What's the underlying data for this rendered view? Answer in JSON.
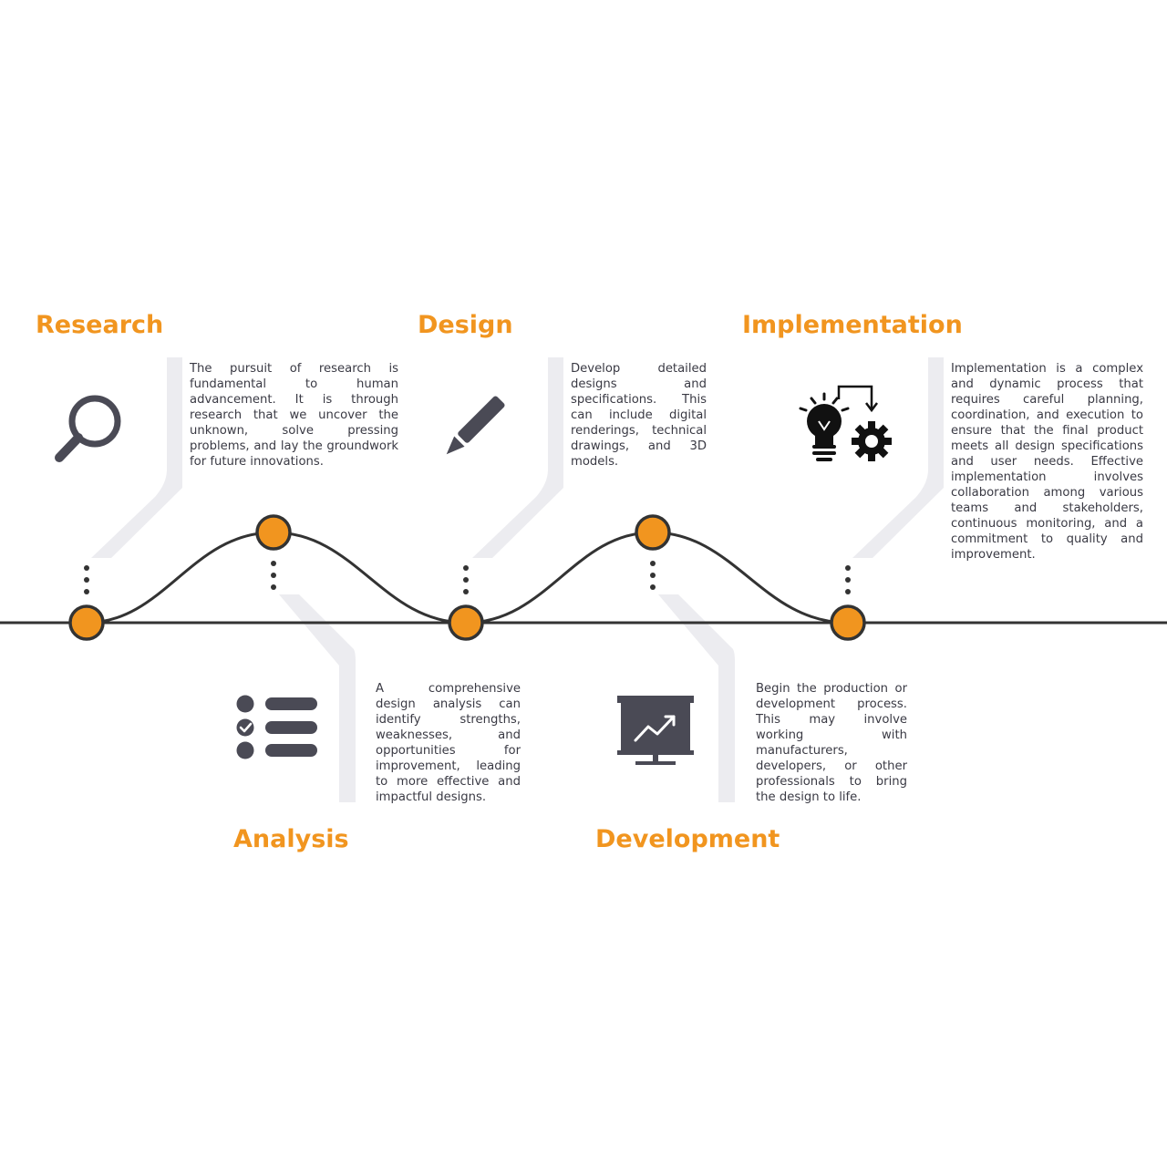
{
  "colors": {
    "accent": "#F1951F",
    "icon": "#4a4a55",
    "line": "#333333",
    "text": "#3a3a44"
  },
  "stages": [
    {
      "title": "Research",
      "description": "The pursuit of research is fundamental to human advancement. It is through research that we uncover the unknown, solve pressing problems, and lay the groundwork for future innovations.",
      "icon": "magnifier-icon"
    },
    {
      "title": "Analysis",
      "description": "A comprehensive design analysis can identify strengths, weaknesses, and opportunities for improvement, leading to more effective and impactful designs.",
      "icon": "checklist-icon"
    },
    {
      "title": "Design",
      "description": "Develop detailed designs and specifications. This can include digital renderings, technical drawings, and 3D models.",
      "icon": "pencil-icon"
    },
    {
      "title": "Development",
      "description": "Begin the production or development process. This may involve working with manufacturers, developers, or other professionals to bring the design to life.",
      "icon": "presentation-chart-icon"
    },
    {
      "title": "Implementation",
      "description": "Implementation is a complex and dynamic process that requires careful planning, coordination, and execution to ensure that the final product meets all design specifications and user needs. Effective implementation involves collaboration among various teams and stakeholders, continuous monitoring, and a commitment to quality and improvement.",
      "icon": "lightbulb-gear-icon"
    }
  ]
}
